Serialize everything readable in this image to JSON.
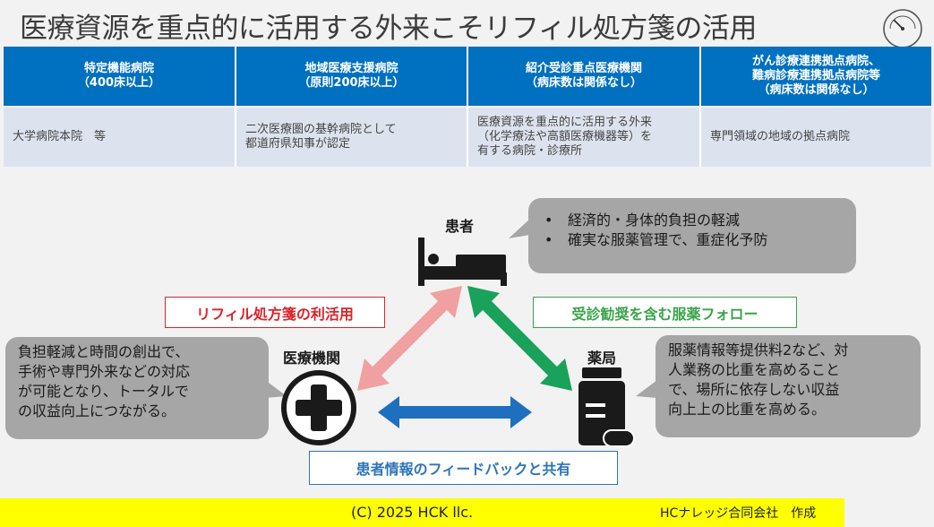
{
  "title": "医療資源を重点的に活用する外来こそリフィル処方箋の活用",
  "table": {
    "columns": [
      {
        "header": [
          "特定機能病院",
          "（400床以上）"
        ],
        "cell": [
          "大学病院本院　等"
        ]
      },
      {
        "header": [
          "地域医療支援病院",
          "（原則200床以上）"
        ],
        "cell": [
          "二次医療圏の基幹病院として",
          "都道府県知事が認定"
        ]
      },
      {
        "header": [
          "紹介受診重点医療機関",
          "（病床数は関係なし）"
        ],
        "cell": [
          "医療資源を重点的に活用する外来",
          "（化学療法や高額医療機器等）を",
          "有する病院・診療所"
        ]
      },
      {
        "header": [
          "がん診療連携拠点病院、",
          "難病診療連携拠点病院等",
          "（病床数は関係なし）"
        ],
        "cell": [
          "専門領域の地域の拠点病院"
        ]
      }
    ]
  },
  "nodes": {
    "patient": "患者",
    "hospital": "医療機関",
    "pharmacy": "薬局"
  },
  "bubbles": {
    "patient": {
      "bullets": [
        "経済的・身体的負担の軽減",
        "確実な服薬管理で、重症化予防"
      ]
    },
    "hospital": {
      "lines": [
        "負担軽減と時間の創出で、",
        "手術や専門外来などの対応",
        "が可能となり、トータルで",
        "の収益向上につながる。"
      ]
    },
    "pharmacy": {
      "lines": [
        "服薬情報等提供料2など、対",
        "人業務の比重を高めること",
        "で、場所に依存しない収益",
        "向上上の比重を高める。"
      ]
    }
  },
  "arrow_labels": {
    "refill": "リフィル処方箋の利活用",
    "follow": "受診勧奨を含む服薬フォロー",
    "share": "患者情報のフィードバックと共有"
  },
  "footer": {
    "copyright": "(C) 2025 HCK llc.",
    "author": "HCナレッジ合同会社　作成"
  },
  "logo_icon": "gauge-logo-icon",
  "colors": {
    "header_blue": "#0070c0",
    "refill_red": "#d9252b",
    "follow_green": "#3aa34a",
    "share_blue": "#2e75b6",
    "footer_yellow": "#ffff00"
  }
}
